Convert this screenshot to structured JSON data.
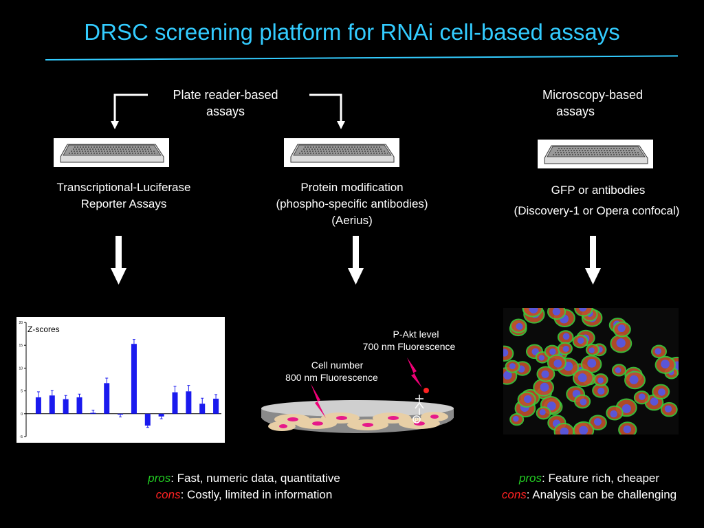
{
  "title": "DRSC screening platform for RNAi cell-based assays",
  "plate_reader": {
    "line1": "Plate reader-based",
    "line2": "assays"
  },
  "microscopy": {
    "line1": "Microscopy-based",
    "line2": "assays"
  },
  "col1": {
    "line1": "Transcriptional-Luciferase",
    "line2": "Reporter Assays"
  },
  "col2": {
    "line1": "Protein modification",
    "line2": "(phospho-specific antibodies)",
    "line3": "(Aerius)"
  },
  "col3": {
    "line1": "GFP or antibodies",
    "line2": "(Discovery-1 or Opera confocal)"
  },
  "western": {
    "pakt_line1": "P-Akt level",
    "pakt_line2": "700 nm Fluorescence",
    "cell_line1": "Cell number",
    "cell_line2": "800 nm Fluorescence",
    "phospho_mark": "P"
  },
  "footer_left": {
    "pros_label": "pros",
    "pros_text": ":  Fast, numeric data, quantitative",
    "cons_label": "cons",
    "cons_text": ": Costly, limited in information"
  },
  "footer_right": {
    "pros_label": "pros",
    "pros_text": ": Feature rich, cheaper",
    "cons_label": "cons",
    "cons_text": ": Analysis can be challenging"
  },
  "chart_data": {
    "type": "bar",
    "title": "Z-scores",
    "yticks": [
      "20",
      "15",
      "10",
      "5",
      "0",
      "-5"
    ],
    "ylim": [
      -5,
      20
    ],
    "values": [
      3.6,
      4.0,
      3.2,
      3.6,
      0.2,
      6.7,
      -0.2,
      15.3,
      -2.6,
      -0.6,
      4.7,
      4.9,
      2.2,
      3.3
    ],
    "errors": [
      1.2,
      1.1,
      0.8,
      0.7,
      0.6,
      1.1,
      0.5,
      1.0,
      0.4,
      0.5,
      1.3,
      1.3,
      1.2,
      0.9
    ],
    "color": "#1a1aee"
  },
  "colors": {
    "title": "#33ccff",
    "pros": "#22cc22",
    "cons": "#ff2222",
    "lightning": "#ee0077"
  }
}
